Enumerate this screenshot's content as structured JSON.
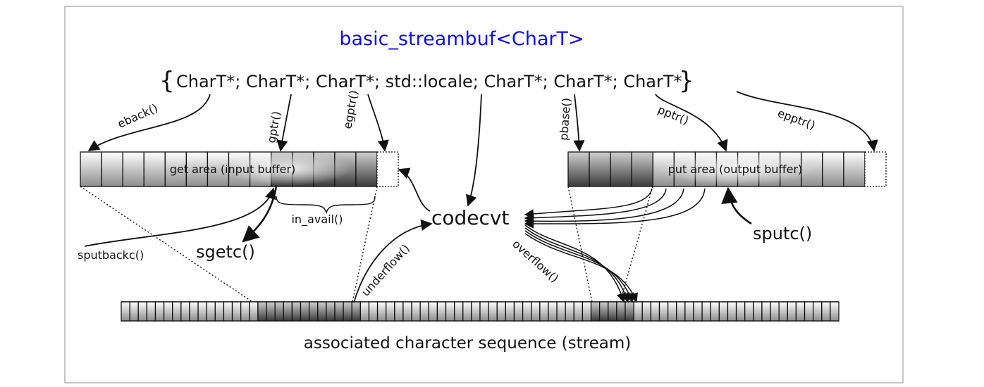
{
  "title": "basic_streambuf<CharT>",
  "struct": {
    "open_brace": "{",
    "members": "CharT*; CharT*; CharT*; std::locale; CharT*; CharT*; CharT*",
    "close_brace": "}"
  },
  "pointers": {
    "eback": "eback()",
    "gptr": "gptr()",
    "egptr": "egptr()",
    "pbase": "pbase()",
    "pptr": "pptr()",
    "epptr": "epptr()"
  },
  "get_area": {
    "label": "get area (input buffer)",
    "cells": 14
  },
  "put_area": {
    "label": "put area (output buffer)",
    "cells": 14
  },
  "functions": {
    "in_avail": "in_avail()",
    "sputbackc": "sputbackc()",
    "sgetc": "sgetc()",
    "underflow": "underflow()",
    "codecvt": "codecvt",
    "overflow": "overflow()",
    "sputc": "sputc()"
  },
  "stream": {
    "label": "associated character sequence (stream)",
    "cells": 84
  },
  "colors": {
    "title": "#1010e0",
    "frame": "#b4b4b4",
    "ink": "#111111"
  }
}
